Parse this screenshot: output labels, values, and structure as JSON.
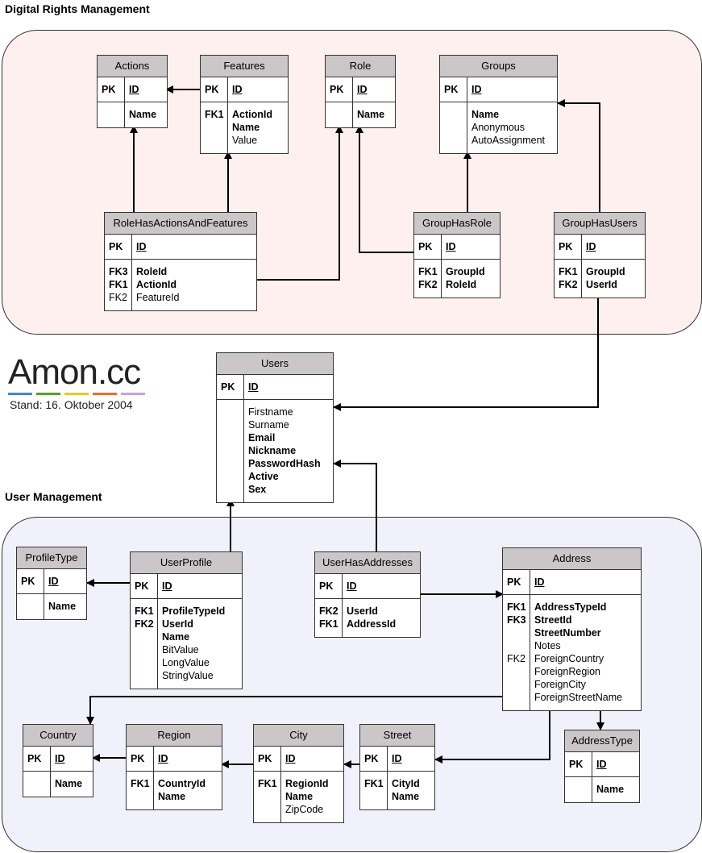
{
  "sections": {
    "drm_title": "Digital Rights Management",
    "um_title": "User Management"
  },
  "logo": {
    "text": "Amon.cc",
    "stand": "Stand: 16. Oktober 2004",
    "bar_colors": [
      "#4a86c8",
      "#5aa02c",
      "#f2c230",
      "#e8702a",
      "#c9a0dc"
    ]
  },
  "colors": {
    "drm_background": "#fdf0ef",
    "um_background": "#f1f1fb",
    "entity_header": "#cbc7c8"
  },
  "entities": {
    "actions": {
      "name": "Actions",
      "pk": {
        "key": "PK",
        "field": "ID"
      },
      "keys": [
        ""
      ],
      "fields": [
        "Name"
      ]
    },
    "features": {
      "name": "Features",
      "pk": {
        "key": "PK",
        "field": "ID"
      },
      "keys": [
        "FK1",
        "",
        ""
      ],
      "fields": [
        "ActionId",
        "Name",
        "Value"
      ]
    },
    "role": {
      "name": "Role",
      "pk": {
        "key": "PK",
        "field": "ID"
      },
      "keys": [
        ""
      ],
      "fields": [
        "Name"
      ]
    },
    "groups": {
      "name": "Groups",
      "pk": {
        "key": "PK",
        "field": "ID"
      },
      "keys": [
        "",
        "",
        ""
      ],
      "fields": [
        "Name",
        "Anonymous",
        "AutoAssignment"
      ]
    },
    "rolehas": {
      "name": "RoleHasActionsAndFeatures",
      "pk": {
        "key": "PK",
        "field": "ID"
      },
      "keys": [
        "FK3",
        "FK1",
        "FK2"
      ],
      "fields": [
        "RoleId",
        "ActionId",
        "FeatureId"
      ]
    },
    "grouphasrole": {
      "name": "GroupHasRole",
      "pk": {
        "key": "PK",
        "field": "ID"
      },
      "keys": [
        "FK1",
        "FK2"
      ],
      "fields": [
        "GroupId",
        "RoleId"
      ]
    },
    "grouphasusers": {
      "name": "GroupHasUsers",
      "pk": {
        "key": "PK",
        "field": "ID"
      },
      "keys": [
        "FK1",
        "FK2"
      ],
      "fields": [
        "GroupId",
        "UserId"
      ]
    },
    "users": {
      "name": "Users",
      "pk": {
        "key": "PK",
        "field": "ID"
      },
      "keys": [
        "",
        "",
        "",
        "",
        "",
        "",
        ""
      ],
      "fields": [
        "Firstname",
        "Surname",
        "Email",
        "Nickname",
        "PasswordHash",
        "Active",
        "Sex"
      ]
    },
    "profiletype": {
      "name": "ProfileType",
      "pk": {
        "key": "PK",
        "field": "ID"
      },
      "keys": [
        ""
      ],
      "fields": [
        "Name"
      ]
    },
    "userprofile": {
      "name": "UserProfile",
      "pk": {
        "key": "PK",
        "field": "ID"
      },
      "keys": [
        "FK1",
        "FK2",
        "",
        "",
        "",
        ""
      ],
      "fields": [
        "ProfileTypeId",
        "UserId",
        "Name",
        "BitValue",
        "LongValue",
        "StringValue"
      ]
    },
    "userhasaddresses": {
      "name": "UserHasAddresses",
      "pk": {
        "key": "PK",
        "field": "ID"
      },
      "keys": [
        "FK2",
        "FK1"
      ],
      "fields": [
        "UserId",
        "AddressId"
      ]
    },
    "address": {
      "name": "Address",
      "pk": {
        "key": "PK",
        "field": "ID"
      },
      "keys": [
        "FK1",
        "FK3",
        "",
        "",
        "FK2",
        "",
        "",
        ""
      ],
      "fields": [
        "AddressTypeId",
        "StreetId",
        "StreetNumber",
        "Notes",
        "ForeignCountry",
        "ForeignRegion",
        "ForeignCity",
        "ForeignStreetName"
      ]
    },
    "addresstype": {
      "name": "AddressType",
      "pk": {
        "key": "PK",
        "field": "ID"
      },
      "keys": [
        ""
      ],
      "fields": [
        "Name"
      ]
    },
    "country": {
      "name": "Country",
      "pk": {
        "key": "PK",
        "field": "ID"
      },
      "keys": [
        ""
      ],
      "fields": [
        "Name"
      ]
    },
    "region": {
      "name": "Region",
      "pk": {
        "key": "PK",
        "field": "ID"
      },
      "keys": [
        "FK1",
        ""
      ],
      "fields": [
        "CountryId",
        "Name"
      ]
    },
    "city": {
      "name": "City",
      "pk": {
        "key": "PK",
        "field": "ID"
      },
      "keys": [
        "FK1",
        "",
        ""
      ],
      "fields": [
        "RegionId",
        "Name",
        "ZipCode"
      ]
    },
    "street": {
      "name": "Street",
      "pk": {
        "key": "PK",
        "field": "ID"
      },
      "keys": [
        "FK1",
        ""
      ],
      "fields": [
        "CityId",
        "Name"
      ]
    }
  }
}
